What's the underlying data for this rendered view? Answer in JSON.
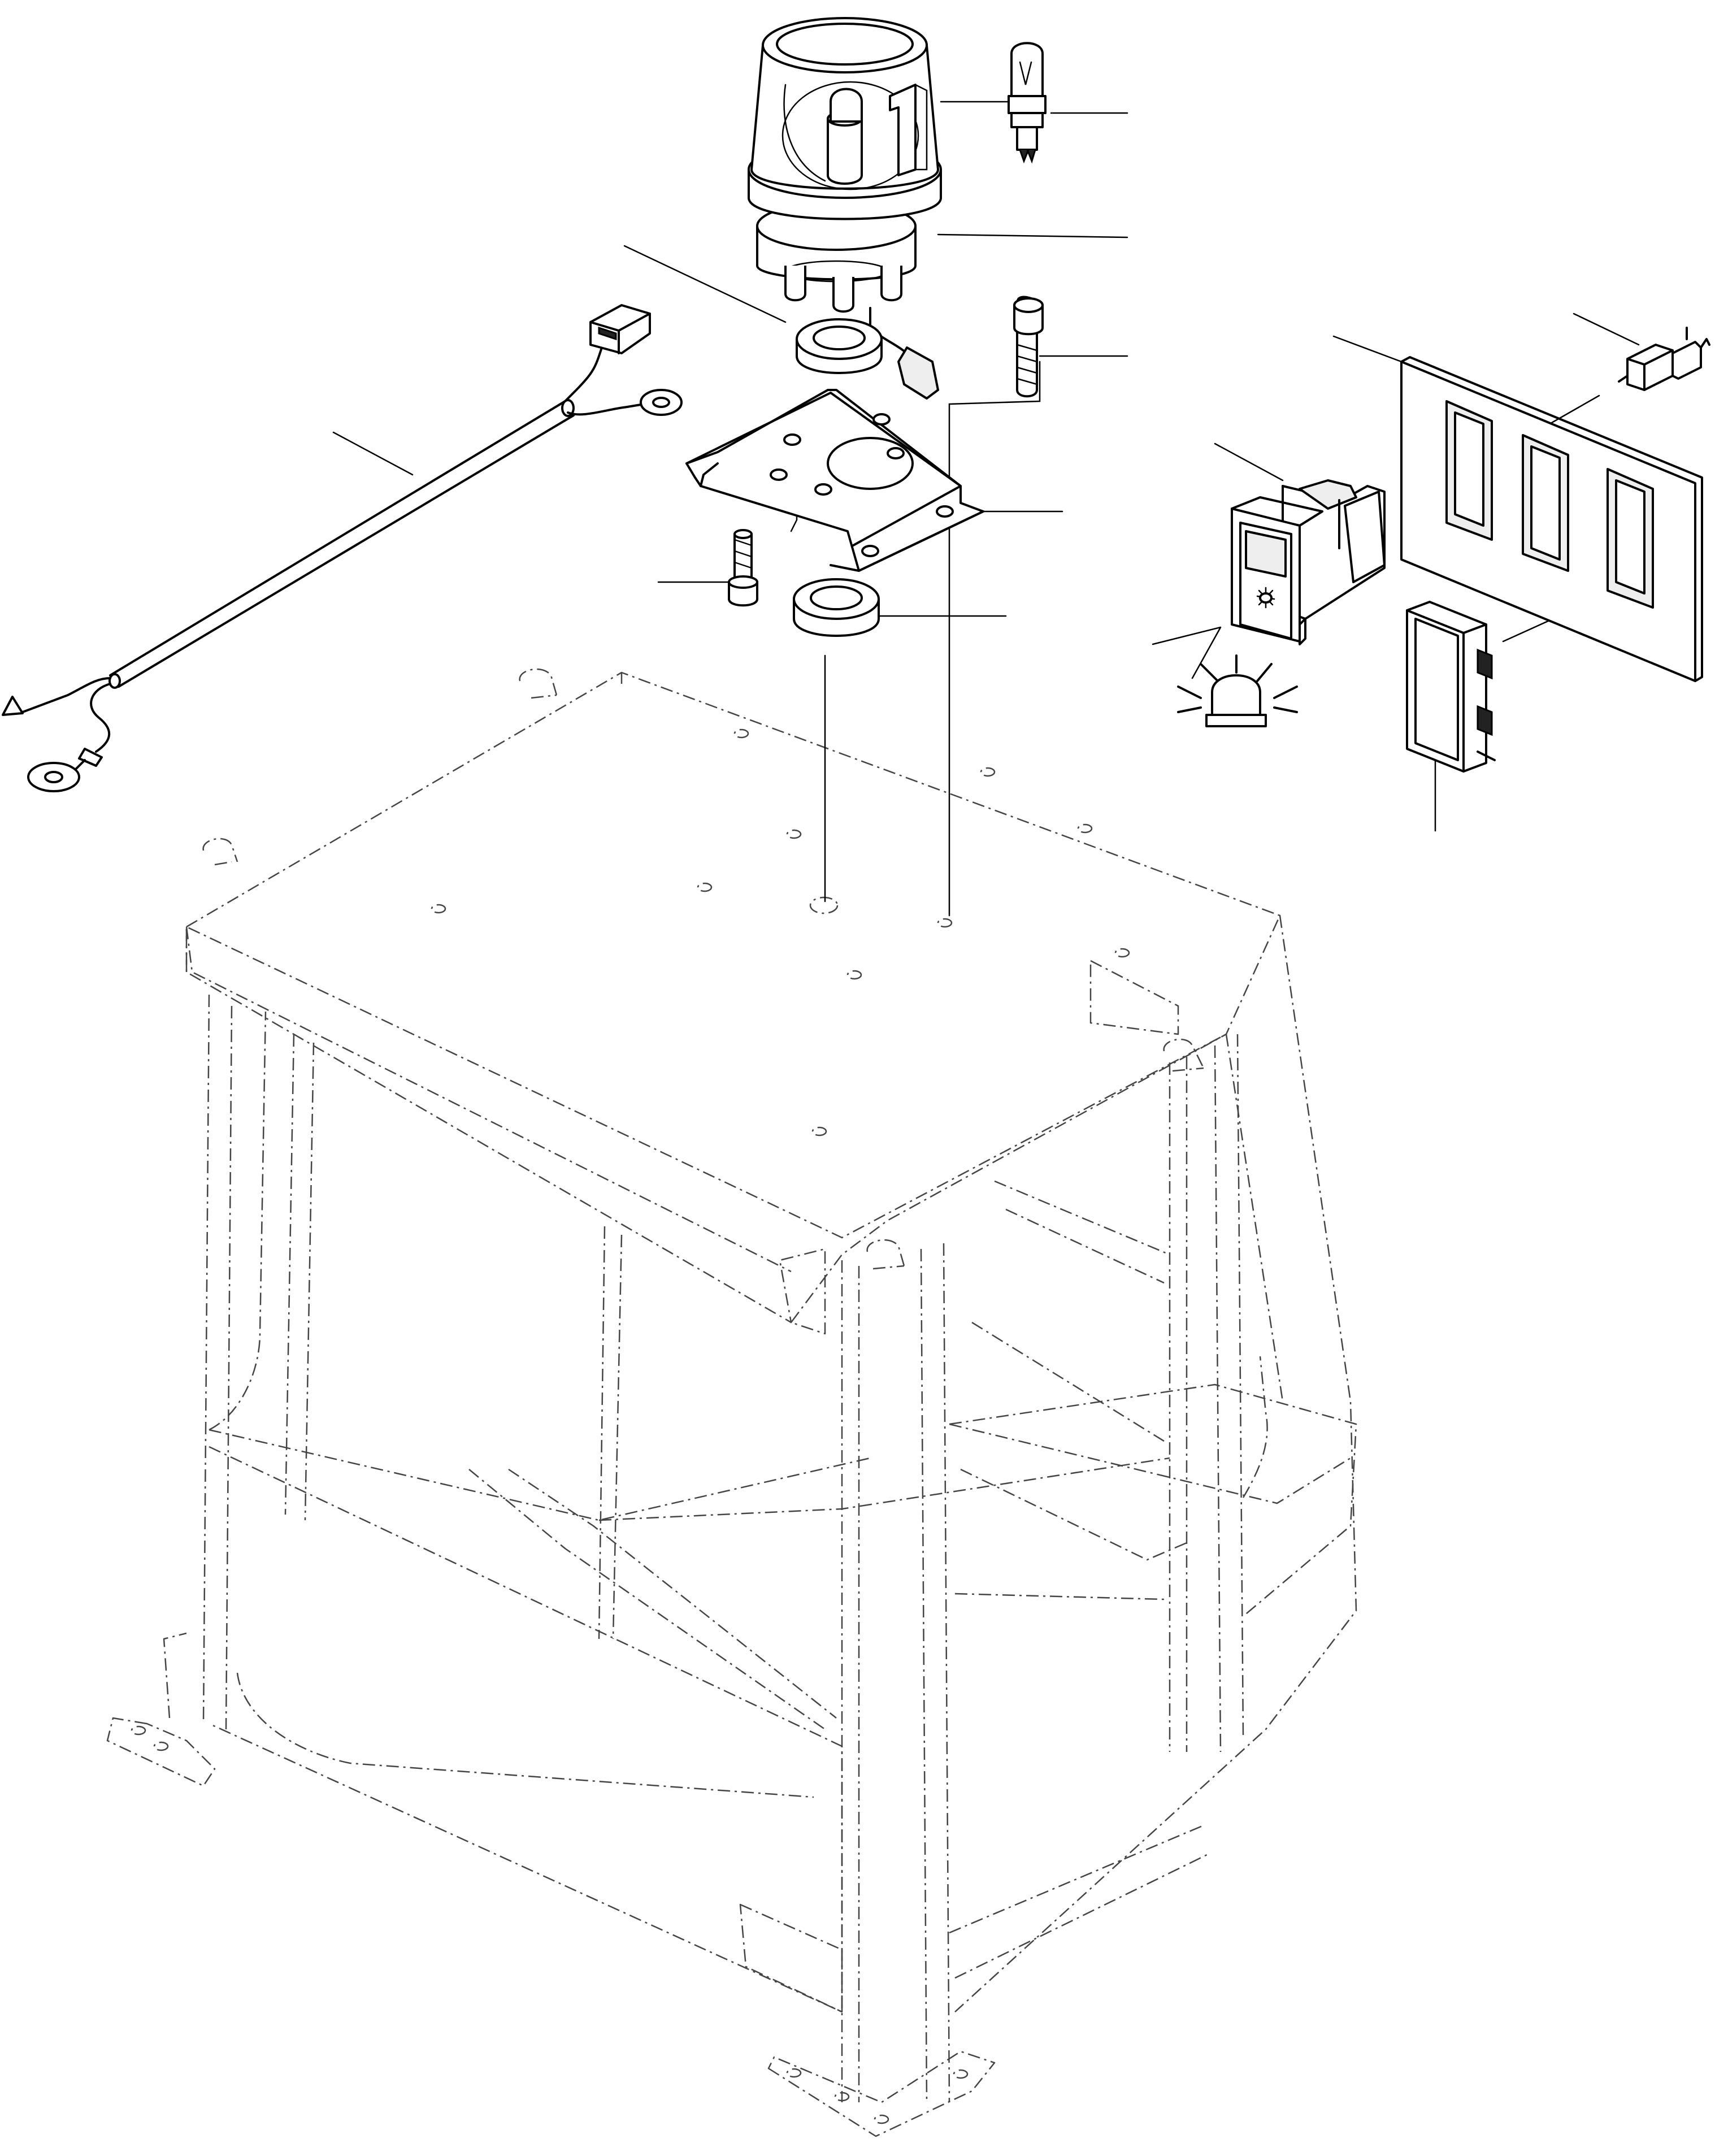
{
  "drawing": {
    "parts": [
      {
        "id": "beacon-lamp",
        "icon": "rotating-beacon-icon"
      },
      {
        "id": "bulb",
        "icon": "bulb-icon"
      },
      {
        "id": "harness",
        "icon": "wire-harness-icon"
      },
      {
        "id": "bolt-top",
        "icon": "bolt-icon"
      },
      {
        "id": "bracket",
        "icon": "bracket-icon"
      },
      {
        "id": "screw",
        "icon": "screw-icon"
      },
      {
        "id": "grommet-upper",
        "icon": "grommet-icon"
      },
      {
        "id": "grommet-lower",
        "icon": "grommet-icon"
      },
      {
        "id": "rocker-switch",
        "icon": "rocker-switch-icon"
      },
      {
        "id": "switch-panel",
        "icon": "panel-icon"
      },
      {
        "id": "blank-plug",
        "icon": "blank-plug-icon"
      },
      {
        "id": "connector",
        "icon": "connector-icon"
      },
      {
        "id": "beacon-symbol",
        "icon": "beacon-symbol-icon"
      },
      {
        "id": "cab",
        "icon": "cab-frame-icon"
      }
    ]
  }
}
